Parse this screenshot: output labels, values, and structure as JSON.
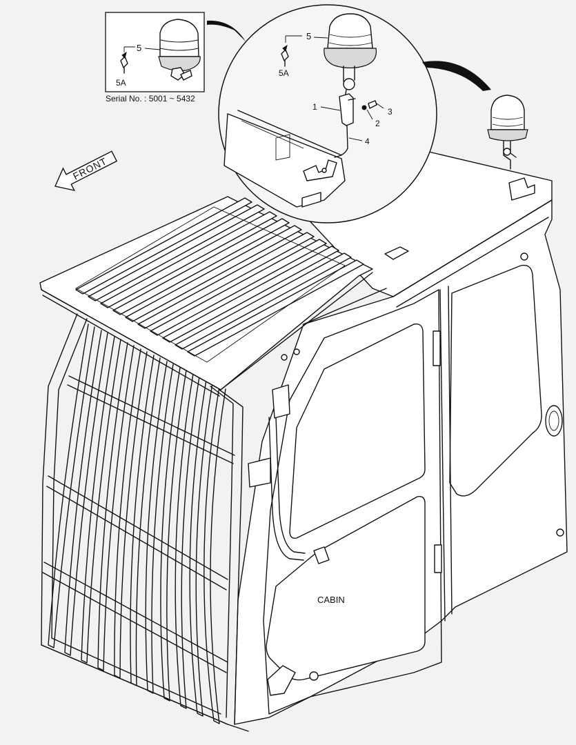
{
  "inset": {
    "part_label": "5",
    "sub_part_label": "5A",
    "serial_text": "Serial No. : 5001 ~ 5432"
  },
  "detail": {
    "callouts": [
      {
        "id": "c5",
        "text": "5"
      },
      {
        "id": "c5a",
        "text": "5A"
      },
      {
        "id": "c1",
        "text": "1"
      },
      {
        "id": "c2",
        "text": "2"
      },
      {
        "id": "c3",
        "text": "3"
      },
      {
        "id": "c4",
        "text": "4"
      }
    ]
  },
  "direction_label": "FRONT",
  "cabin_label": "CABIN"
}
